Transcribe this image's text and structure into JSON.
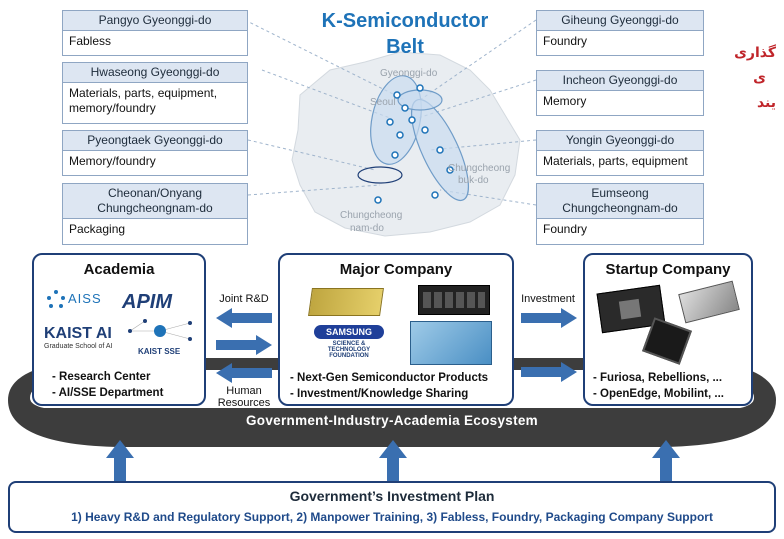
{
  "title": [
    "K-Semiconductor",
    "Belt"
  ],
  "map_labels": [
    "Gyeonggi-do",
    "Seoul",
    "Chungcheong",
    "buk-do",
    "Chungcheong",
    "nam-do"
  ],
  "left_regions": [
    {
      "name": "Pangyo Gyeonggi-do",
      "role": "Fabless"
    },
    {
      "name": "Hwaseong Gyeonggi-do",
      "role": "Materials, parts, equipment, memory/foundry"
    },
    {
      "name": "Pyeongtaek Gyeonggi-do",
      "role": "Memory/foundry"
    },
    {
      "name": "Cheonan/Onyang Chungcheongnam-do",
      "role": "Packaging"
    }
  ],
  "right_regions": [
    {
      "name": "Giheung Gyeonggi-do",
      "role": "Foundry"
    },
    {
      "name": "Incheon Gyeonggi-do",
      "role": "Memory"
    },
    {
      "name": "Yongin Gyeonggi-do",
      "role": "Materials, parts, equipment"
    },
    {
      "name": "Eumseong Chungcheongnam-do",
      "role": "Foundry"
    }
  ],
  "overlay_text": [
    "گذاری",
    "ی",
    "یند"
  ],
  "academia": {
    "title": "Academia",
    "logos": [
      "AISS",
      "APIM",
      "KAIST AI",
      "Graduate School of AI",
      "KAIST SSE"
    ],
    "bullets": [
      "- Research Center",
      "- AI/SSE Department"
    ]
  },
  "major": {
    "title": "Major Company",
    "logos": [
      "SAMSUNG",
      "SCIENCE & TECHNOLOGY",
      "FOUNDATION"
    ],
    "bullets": [
      "- Next-Gen Semiconductor Products",
      "- Investment/Knowledge Sharing"
    ]
  },
  "startup": {
    "title": "Startup Company",
    "bullets": [
      "- Furiosa, Rebellions, ...",
      "- OpenEdge, Mobilint, ..."
    ]
  },
  "flows": {
    "joint": "Joint R&D",
    "human": [
      "Human",
      "Resources"
    ],
    "investment": "Investment"
  },
  "ecosystem": "Government-Industry-Academia Ecosystem",
  "plan": {
    "title": "Government’s Investment Plan",
    "items": "1) Heavy R&D and Regulatory Support, 2) Manpower Training, 3) Fabless, Foundry, Packaging Company Support"
  },
  "colors": {
    "accent": "#1e73b8",
    "arrow": "#3a6fb0",
    "dark": "#1f3f77",
    "region_header": "#dde6f2",
    "persian": "#c0252a"
  }
}
